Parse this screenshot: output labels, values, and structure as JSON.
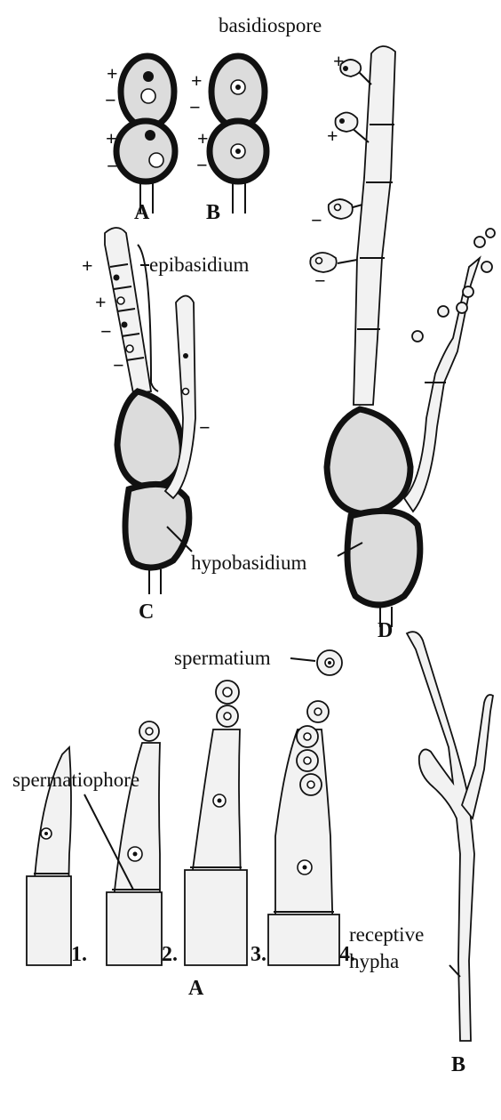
{
  "labels": {
    "basidiospore": "basidiospore",
    "epibasidium": "epibasidium",
    "hypobasidium": "hypobasidium",
    "spermatium": "spermatium",
    "spermatiophore": "spermatiophore",
    "receptive_line1": "receptive",
    "receptive_line2": "hypha"
  },
  "panel_letters": {
    "a_top": "A",
    "b_top": "B",
    "c": "C",
    "d": "D",
    "a_bottom": "A",
    "b_bottom": "B"
  },
  "stage_numbers": {
    "s1": "1.",
    "s2": "2.",
    "s3": "3.",
    "s4": "4."
  },
  "signs": {
    "plus": "+",
    "minus": "−"
  }
}
